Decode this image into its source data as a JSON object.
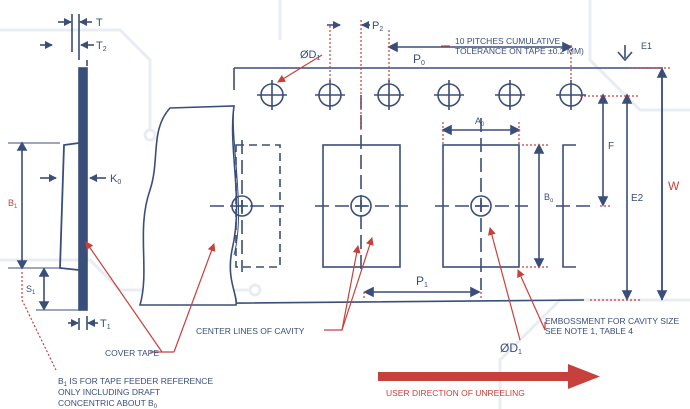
{
  "labels": {
    "T": "T",
    "T2": "T",
    "T2_sub": "2",
    "T1": "T",
    "T1_sub": "1",
    "K0": "K",
    "K0_sub": "0",
    "B1": "B",
    "B1_sub": "1",
    "S1": "S",
    "S1_sub": "1",
    "D1_top": "ØD",
    "D1_top_sub": "1",
    "P2": "P",
    "P2_sub": "2",
    "P0": "P",
    "P0_sub": "0",
    "pitch_note_1": "10 PITCHES CUMULATIVE",
    "pitch_note_2": "TOLERANCE ON TAPE ±0.2 MM)",
    "E1": "E1",
    "A0": "A",
    "A0_sub": "0",
    "B0": "B",
    "B0_sub": "o",
    "F": "F",
    "E2": "E2",
    "W": "W",
    "P1": "P",
    "P1_sub": "1",
    "D1_bottom": "ØD",
    "D1_bottom_sub": "1",
    "center_lines": "CENTER LINES OF CAVITY",
    "cover_tape": "COVER TAPE",
    "embossment_1": "EMBOSSMENT FOR CAVITY SIZE",
    "embossment_2": "SEE NOTE 1, TABLE 4",
    "b1_note_1": "B",
    "b1_note_1_sub": "1",
    "b1_note_1_rest": " IS FOR TAPE FEEDER REFERENCE",
    "b1_note_2": "ONLY INCLUDING DRAFT",
    "b1_note_3": "CONCENTRIC ABOUT B",
    "b1_note_3_sub": "0",
    "direction": "USER DIRECTION OF UNREELING"
  },
  "colors": {
    "line": "#3a4e7a",
    "red": "#c8403b",
    "bg_trace": "#eef1f6"
  }
}
